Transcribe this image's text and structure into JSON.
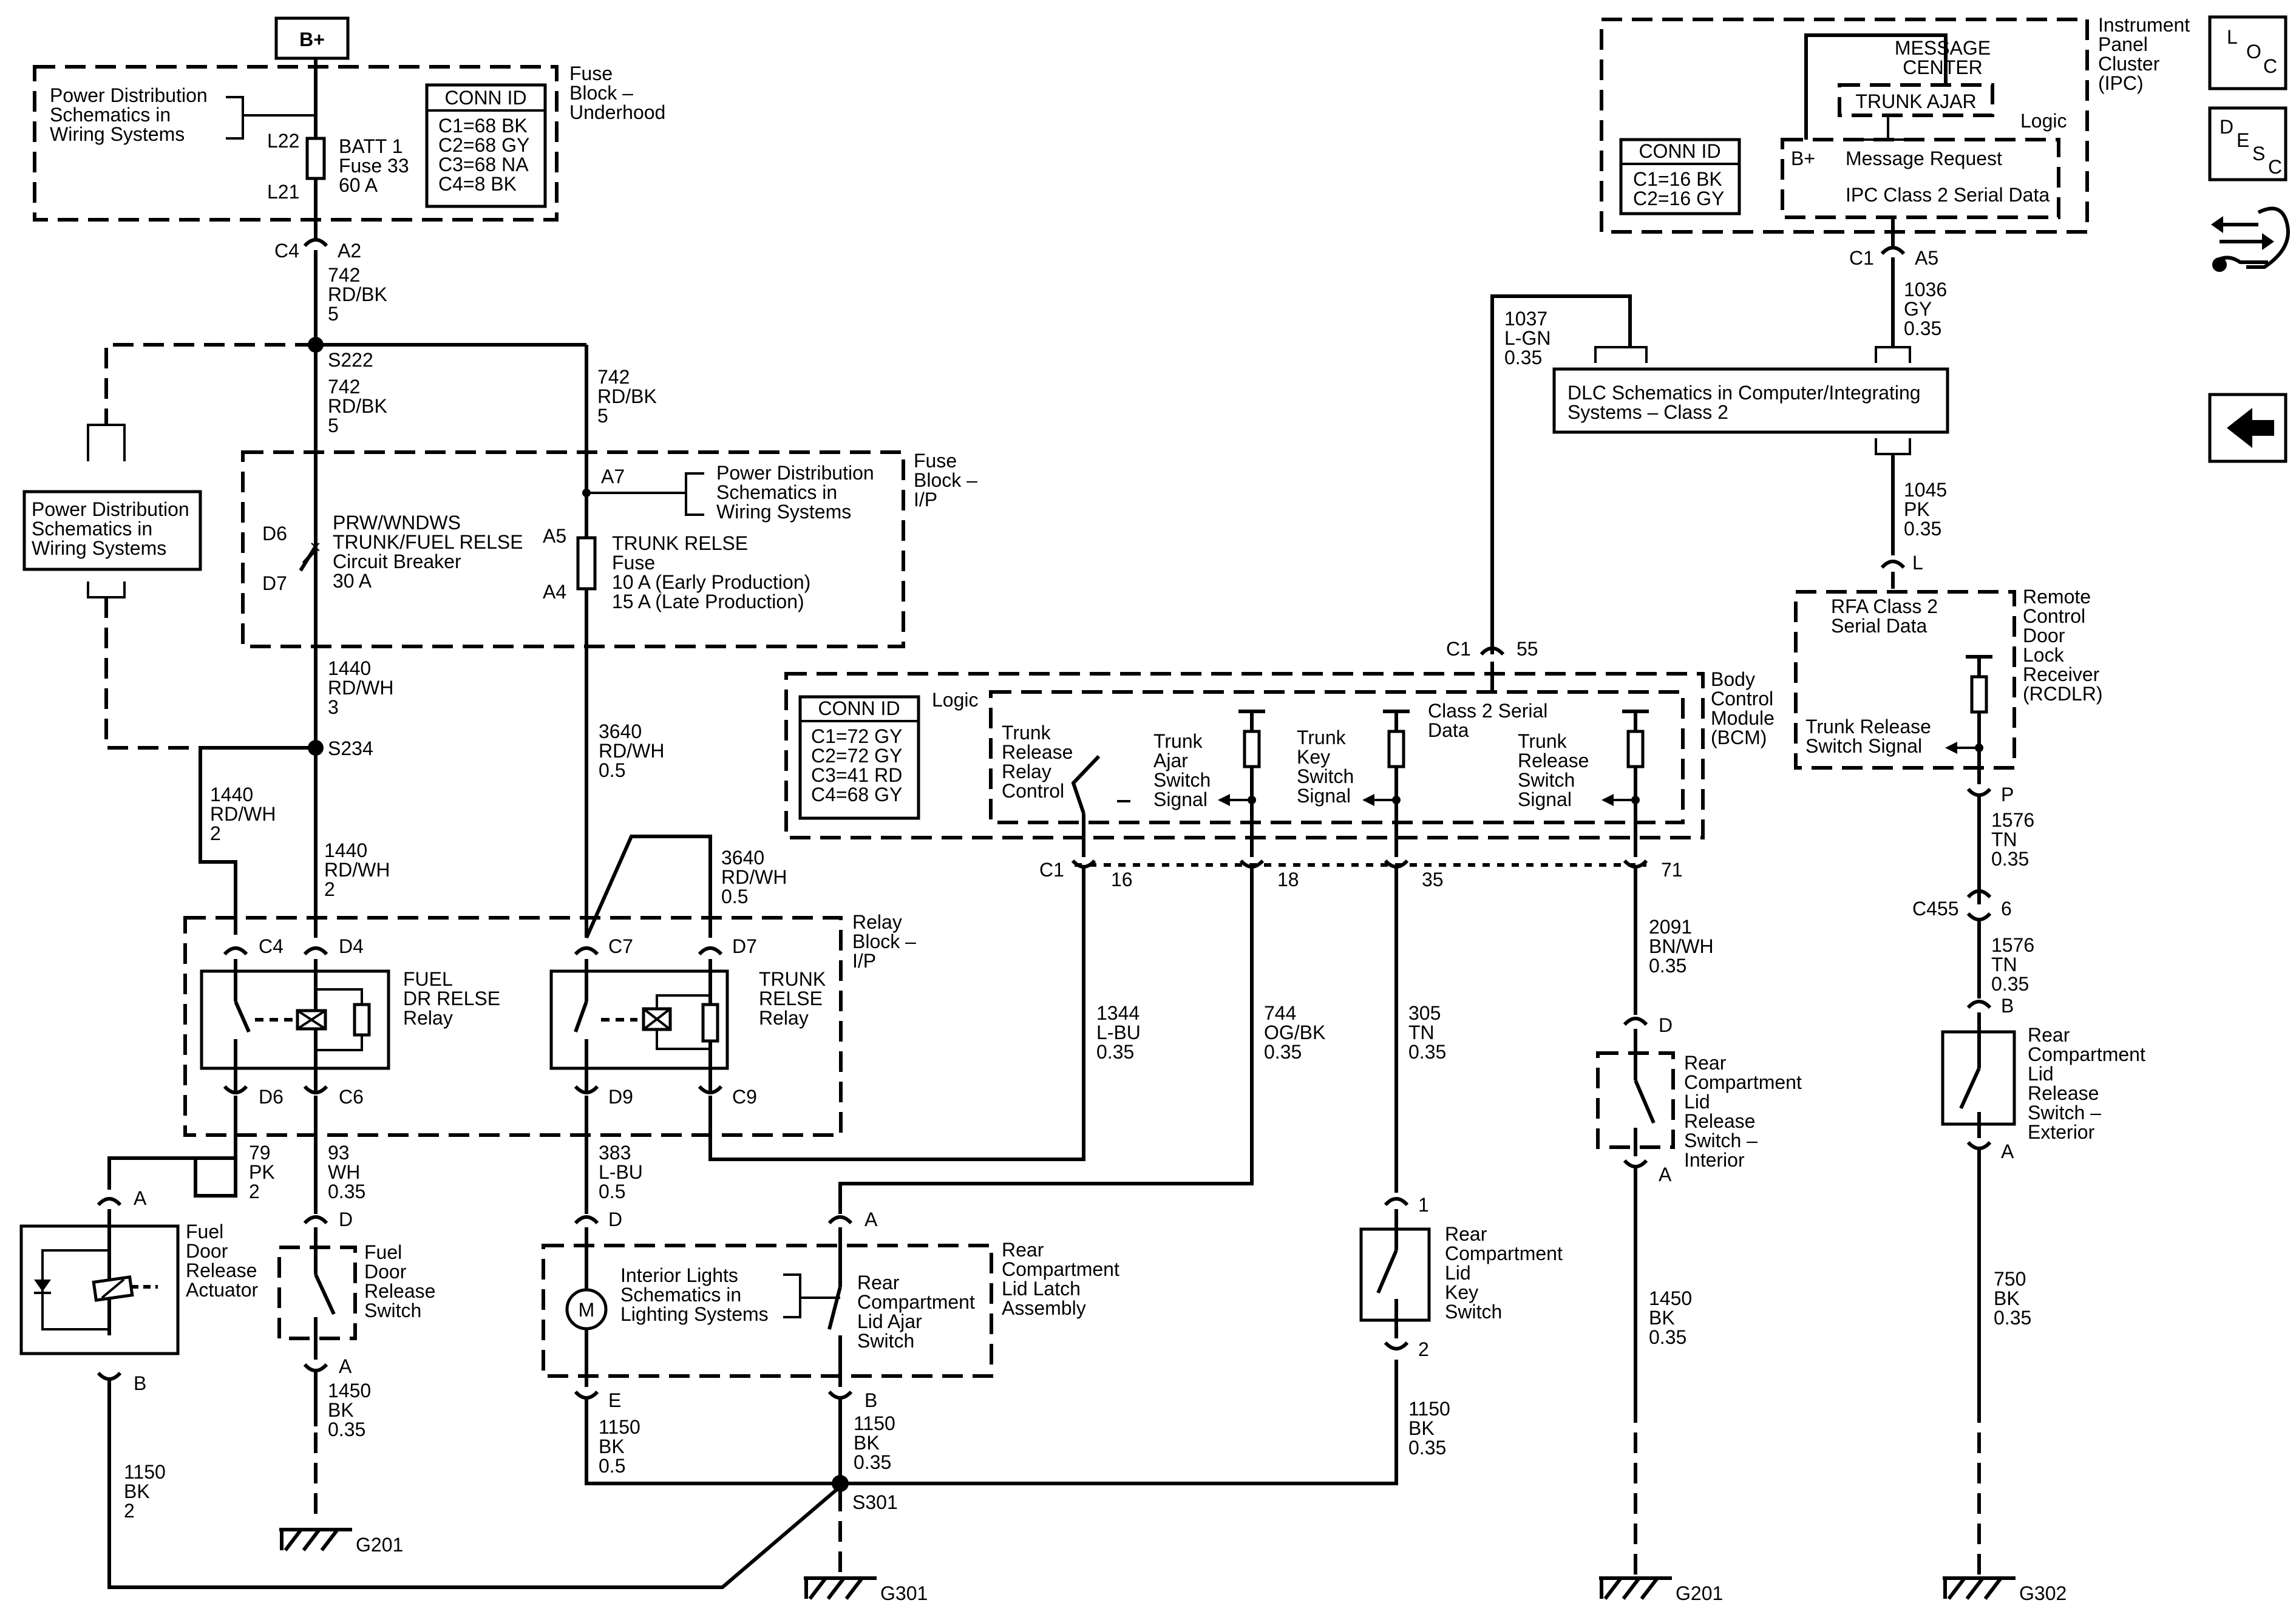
{
  "battery_tag": "B+",
  "fuse_block_underhood": {
    "title": [
      "Fuse",
      "Block –",
      "Underhood"
    ],
    "power_dist": [
      "Power Distribution",
      "Schematics in",
      "Wiring Systems"
    ],
    "fuse_lines": [
      "BATT 1",
      "Fuse 33",
      "60 A"
    ],
    "l22": "L22",
    "l21": "L21",
    "conn_id": {
      "header": "CONN ID",
      "rows": [
        "C1=68 BK",
        "C2=68 GY",
        "C3=68 NA",
        "C4=8 BK"
      ]
    },
    "c4": "C4",
    "a2": "A2"
  },
  "wires": {
    "w742a": [
      "742",
      "RD/BK",
      "5"
    ],
    "s222": "S222",
    "w742b": [
      "742",
      "RD/BK",
      "5"
    ],
    "w742c": [
      "742",
      "RD/BK",
      "5"
    ],
    "w1440a": [
      "1440",
      "RD/WH",
      "3"
    ],
    "s234": "S234",
    "w1440b": [
      "1440",
      "RD/WH",
      "2"
    ],
    "w1440c": [
      "1440",
      "RD/WH",
      "2"
    ],
    "w3640a": [
      "3640",
      "RD/WH",
      "0.5"
    ],
    "w3640b": [
      "3640",
      "RD/WH",
      "0.5"
    ],
    "w79": [
      "79",
      "PK",
      "2"
    ],
    "w93": [
      "93",
      "WH",
      "0.35"
    ],
    "w383": [
      "383",
      "L-BU",
      "0.5"
    ],
    "w1344": [
      "1344",
      "L-BU",
      "0.35"
    ],
    "w744": [
      "744",
      "OG/BK",
      "0.35"
    ],
    "w305": [
      "305",
      "TN",
      "0.35"
    ],
    "w2091": [
      "2091",
      "BN/WH",
      "0.35"
    ],
    "w1450a": [
      "1450",
      "BK",
      "0.35"
    ],
    "w1450b": [
      "1450",
      "BK",
      "0.35"
    ],
    "w1150a": [
      "1150",
      "BK",
      "2"
    ],
    "w1150b": [
      "1150",
      "BK",
      "0.5"
    ],
    "w1150c": [
      "1150",
      "BK",
      "0.35"
    ],
    "w1150d": [
      "1150",
      "BK",
      "0.35"
    ],
    "w1037": [
      "1037",
      "L-GN",
      "0.35"
    ],
    "w1036": [
      "1036",
      "GY",
      "0.35"
    ],
    "w1045": [
      "1045",
      "PK",
      "0.35"
    ],
    "w1576a": [
      "1576",
      "TN",
      "0.35"
    ],
    "w1576b": [
      "1576",
      "TN",
      "0.35"
    ],
    "w750": [
      "750",
      "BK",
      "0.35"
    ],
    "s301": "S301"
  },
  "power_dist_left": [
    "Power Distribution",
    "Schematics in",
    "Wiring Systems"
  ],
  "fuse_block_ip": {
    "title": [
      "Fuse",
      "Block –",
      "I/P"
    ],
    "power_dist": [
      "Power Distribution",
      "Schematics in",
      "Wiring Systems"
    ],
    "breaker": [
      "PRW/WNDWS",
      "TRUNK/FUEL RELSE",
      "Circuit Breaker",
      "30 A"
    ],
    "fuse": [
      "TRUNK RELSE",
      "Fuse",
      "10 A (Early Production)",
      "15 A (Late Production)"
    ],
    "d6": "D6",
    "d7": "D7",
    "a7": "A7",
    "a5": "A5",
    "a4": "A4"
  },
  "relay_block": {
    "title": [
      "Relay",
      "Block –",
      "I/P"
    ],
    "fuel_relay": [
      "FUEL",
      "DR RELSE",
      "Relay"
    ],
    "trunk_relay": [
      "TRUNK",
      "RELSE",
      "Relay"
    ],
    "pins": [
      "C4",
      "D4",
      "D6",
      "C6",
      "C7",
      "D7",
      "D9",
      "C9"
    ]
  },
  "bcm": {
    "title": [
      "Body",
      "Control",
      "Module",
      "(BCM)"
    ],
    "logic": "Logic",
    "conn_id": {
      "header": "CONN ID",
      "rows": [
        "C1=72 GY",
        "C2=72 GY",
        "C3=41 RD",
        "C4=68 GY"
      ]
    },
    "trunk_release_relay": [
      "Trunk",
      "Release",
      "Relay",
      "Control"
    ],
    "trunk_ajar": [
      "Trunk",
      "Ajar",
      "Switch",
      "Signal"
    ],
    "trunk_key": [
      "Trunk",
      "Key",
      "Switch",
      "Signal"
    ],
    "class2": [
      "Class 2 Serial",
      "Data"
    ],
    "trunk_release_switch": [
      "Trunk",
      "Release",
      "Switch",
      "Signal"
    ],
    "c1_top": "C1",
    "pin55": "55",
    "c1_bottom": "C1",
    "pins": [
      "16",
      "18",
      "35",
      "71"
    ]
  },
  "ipc": {
    "title": [
      "Instrument",
      "Panel",
      "Cluster",
      "(IPC)"
    ],
    "message_center": [
      "MESSAGE",
      "CENTER"
    ],
    "trunk_ajar": "TRUNK AJAR",
    "logic": "Logic",
    "bplus": "B+",
    "message_request": "Message Request",
    "serial": "IPC Class 2 Serial Data",
    "conn_id": {
      "header": "CONN ID",
      "rows": [
        "C1=16 BK",
        "C2=16 GY"
      ]
    },
    "c1": "C1",
    "a5": "A5"
  },
  "dlc": [
    "DLC Schematics in Computer/Integrating",
    "Systems – Class 2"
  ],
  "rcdlr": {
    "title": [
      "Remote",
      "Control",
      "Door",
      "Lock",
      "Receiver",
      "(RCDLR)"
    ],
    "serial": [
      "RFA Class 2",
      "Serial Data"
    ],
    "switch_signal": [
      "Trunk Release",
      "Switch Signal"
    ],
    "l": "L",
    "p": "P"
  },
  "c455": {
    "name": "C455",
    "pin": "6"
  },
  "fuel_door_actuator": {
    "label": [
      "Fuel",
      "Door",
      "Release",
      "Actuator"
    ],
    "a": "A",
    "b": "B"
  },
  "fuel_door_switch": {
    "label": [
      "Fuel",
      "Door",
      "Release",
      "Switch"
    ],
    "d": "D",
    "a": "A"
  },
  "latch_assembly": {
    "title": [
      "Rear",
      "Compartment",
      "Lid Latch",
      "Assembly"
    ],
    "interior_lights": [
      "Interior Lights",
      "Schematics in",
      "Lighting Systems"
    ],
    "ajar_switch": [
      "Rear",
      "Compartment",
      "Lid Ajar",
      "Switch"
    ],
    "motor": "M",
    "d": "D",
    "e": "E",
    "a": "A",
    "b": "B"
  },
  "key_switch": {
    "label": [
      "Rear",
      "Compartment",
      "Lid",
      "Key",
      "Switch"
    ],
    "p1": "1",
    "p2": "2"
  },
  "interior_switch": {
    "label": [
      "Rear",
      "Compartment",
      "Lid",
      "Release",
      "Switch –",
      "Interior"
    ],
    "d": "D",
    "a": "A"
  },
  "exterior_switch": {
    "label": [
      "Rear",
      "Compartment",
      "Lid",
      "Release",
      "Switch –",
      "Exterior"
    ],
    "b": "B",
    "a": "A"
  },
  "grounds": [
    "G201",
    "G301",
    "G201",
    "G302"
  ],
  "nav": {
    "loc": [
      "L",
      "O",
      "C"
    ],
    "desc": [
      "D",
      "E",
      "S",
      "C"
    ]
  }
}
